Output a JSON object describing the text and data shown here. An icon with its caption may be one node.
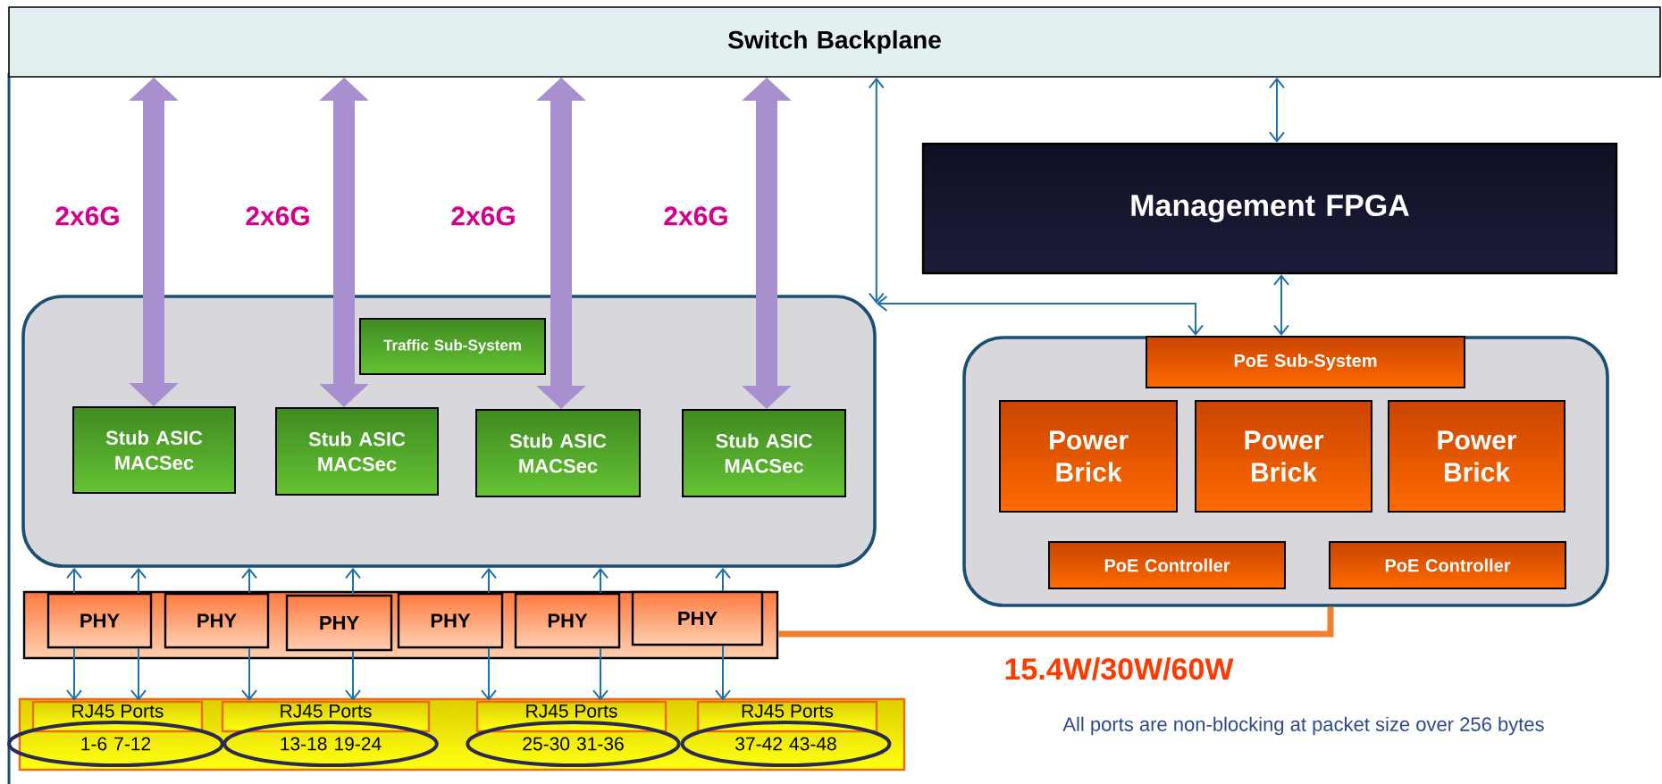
{
  "diagram": {
    "nodes": [
      {
        "text": [
          "Switch Backplane"
        ]
      },
      {
        "text": [],
        "shape": "box"
      },
      {
        "text": [
          "Traffic Sub-System"
        ],
        "in": 1
      },
      {
        "text": [
          "Stub ASIC MACSec"
        ],
        "in": 1
      },
      {
        "text": [
          "Stub ASIC MACSec"
        ],
        "in": 1
      },
      {
        "text": [
          "Stub ASIC MACSec"
        ],
        "in": 1
      },
      {
        "text": [
          "Stub ASIC MACSec"
        ],
        "in": 1
      },
      {
        "text": [
          "Management FPGA"
        ]
      },
      {
        "text": [],
        "shape": "box"
      },
      {
        "text": [
          "PoE Sub-System"
        ],
        "in": 8
      },
      {
        "text": [
          "Power Brick"
        ],
        "in": 8
      },
      {
        "text": [
          "Power Brick"
        ],
        "in": 8
      },
      {
        "text": [
          "Power Brick"
        ],
        "in": 8
      },
      {
        "text": [
          "PoE Controller"
        ],
        "in": 8
      },
      {
        "text": [
          "PoE Controller"
        ],
        "in": 8
      },
      {
        "text": [],
        "shape": "box"
      },
      {
        "text": [
          "PHY"
        ],
        "in": 15
      },
      {
        "text": [
          "PHY"
        ],
        "in": 15
      },
      {
        "text": [
          "PHY"
        ],
        "in": 15
      },
      {
        "text": [
          "PHY"
        ],
        "in": 15
      },
      {
        "text": [
          "PHY"
        ],
        "in": 15
      },
      {
        "text": [
          "PHY"
        ],
        "in": 15
      },
      {
        "text": [],
        "shape": "box"
      },
      {
        "text": [
          "RJ45 Ports"
        ],
        "in": 22
      },
      {
        "text": [
          "1-6 7-12"
        ],
        "in": 22
      },
      {
        "text": [
          "RJ45 Ports"
        ],
        "in": 22
      },
      {
        "text": [
          "13-18 19-24"
        ],
        "in": 22
      },
      {
        "text": [
          "RJ45 Ports"
        ],
        "in": 22
      },
      {
        "text": [
          "25-30 31-36"
        ],
        "in": 22
      },
      {
        "text": [
          "RJ45 Ports"
        ],
        "in": 22
      },
      {
        "text": [
          "37-42 43-48"
        ],
        "in": 22
      }
    ],
    "edges": [
      {
        "from": 0,
        "to": 3,
        "arrow": "both",
        "label": "2x6G",
        "style": "thick",
        "color": "#a890d0"
      },
      {
        "from": 0,
        "to": 4,
        "arrow": "both",
        "label": "2x6G",
        "style": "thick",
        "color": "#a890d0"
      },
      {
        "from": 0,
        "to": 5,
        "arrow": "both",
        "label": "2x6G",
        "style": "thick",
        "color": "#a890d0"
      },
      {
        "from": 0,
        "to": 6,
        "arrow": "both",
        "label": "2x6G",
        "style": "thick",
        "color": "#a890d0"
      },
      {
        "from": 0,
        "to": 7,
        "arrow": "both"
      },
      {
        "from": 7,
        "to": 9,
        "arrow": "both"
      },
      {
        "from": 0,
        "to": 1,
        "arrow": "both"
      },
      {
        "from": 1,
        "to": 9,
        "arrow": "both"
      },
      {
        "from": 16,
        "to": 1,
        "arrow": "to"
      },
      {
        "from": 16,
        "to": 1,
        "arrow": "to"
      },
      {
        "from": 17,
        "to": 1,
        "arrow": "to"
      },
      {
        "from": 18,
        "to": 1,
        "arrow": "to"
      },
      {
        "from": 19,
        "to": 1,
        "arrow": "to"
      },
      {
        "from": 20,
        "to": 1,
        "arrow": "to"
      },
      {
        "from": 21,
        "to": 1,
        "arrow": "to"
      },
      {
        "from": 16,
        "to": 23,
        "arrow": "to"
      },
      {
        "from": 16,
        "to": 23,
        "arrow": "to"
      },
      {
        "from": 17,
        "to": 25,
        "arrow": "to"
      },
      {
        "from": 18,
        "to": 25,
        "arrow": "to"
      },
      {
        "from": 19,
        "to": 27,
        "arrow": "to"
      },
      {
        "from": 20,
        "to": 27,
        "arrow": "to"
      },
      {
        "from": 21,
        "to": 29,
        "arrow": "to"
      },
      {
        "from": 15,
        "to": 8,
        "arrow": "none",
        "label": "15.4W/30W/60W",
        "style": "thick",
        "color": "#f08030"
      }
    ],
    "labels": [
      "All ports are non-blocking at packet size over 256 bytes"
    ]
  }
}
